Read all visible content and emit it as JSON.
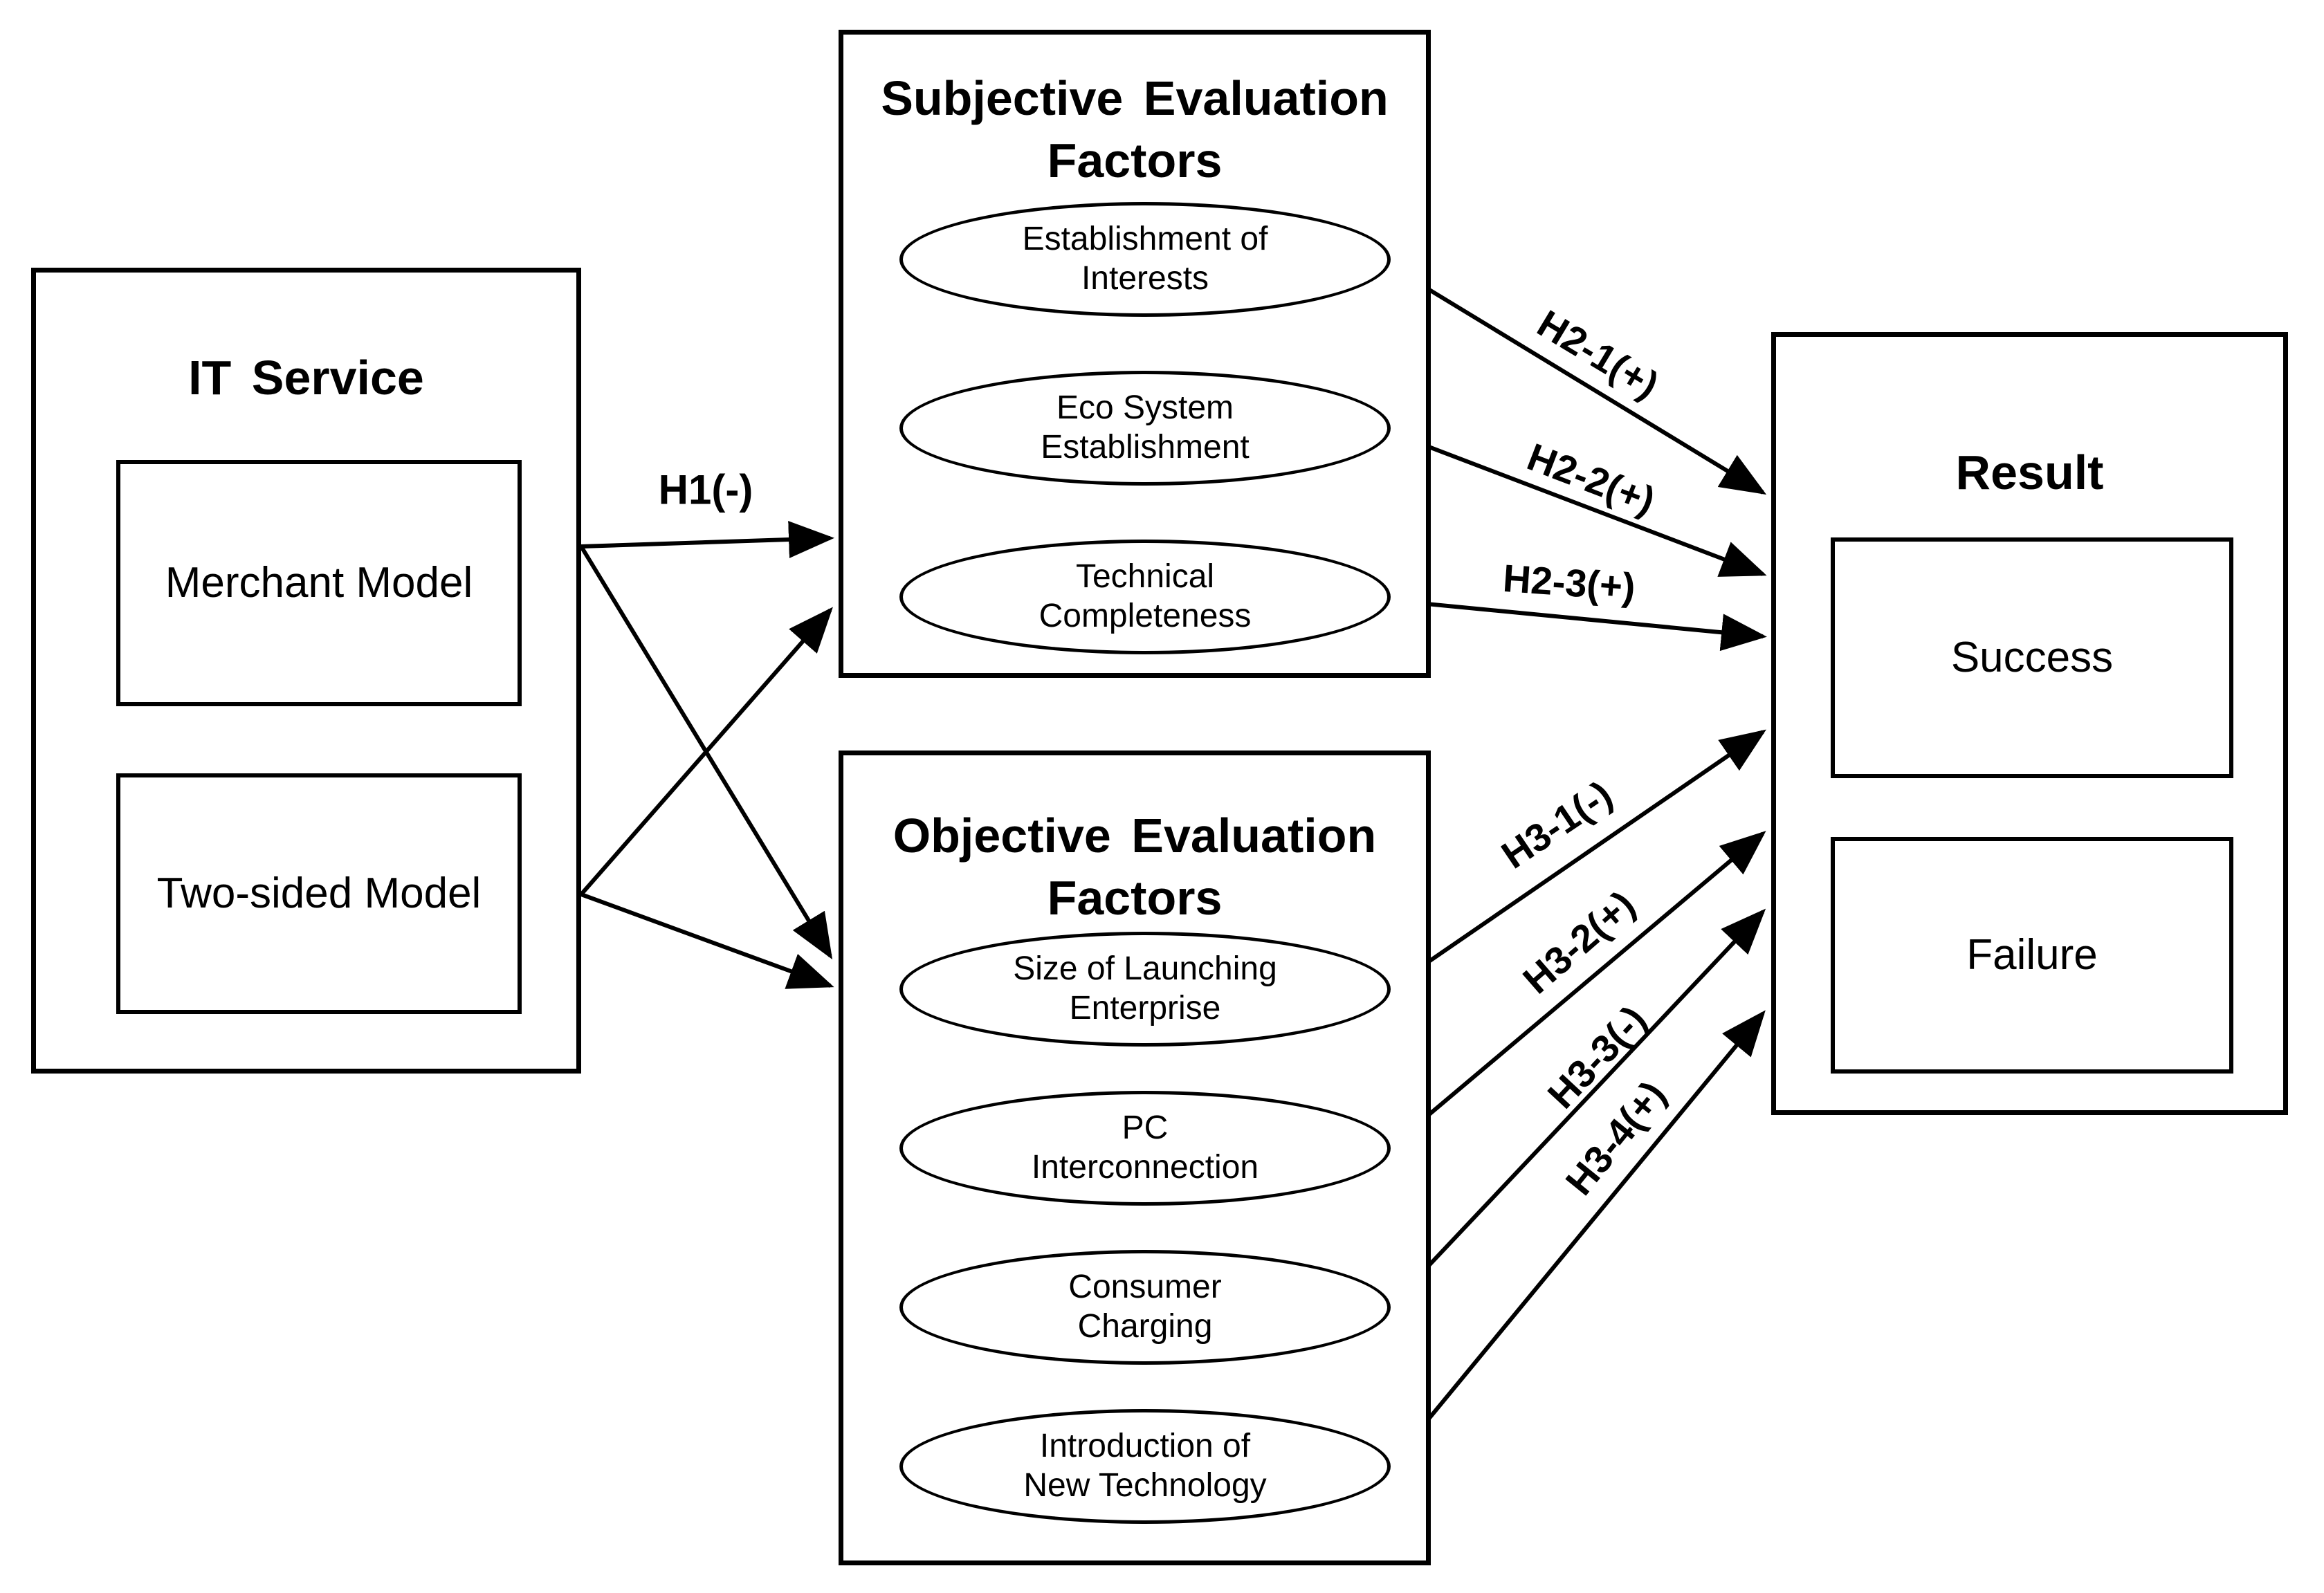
{
  "it_service": {
    "title": "IT Service",
    "models": [
      {
        "label": "Merchant Model"
      },
      {
        "label": "Two-sided Model"
      }
    ]
  },
  "subjective": {
    "title_line1": "Subjective Evaluation",
    "title_line2": "Factors",
    "factors": [
      {
        "line1": "Establishment of",
        "line2": "Interests"
      },
      {
        "line1": "Eco System",
        "line2": "Establishment"
      },
      {
        "line1": "Technical",
        "line2": "Completeness"
      }
    ]
  },
  "objective": {
    "title_line1": "Objective Evaluation",
    "title_line2": "Factors",
    "factors": [
      {
        "line1": "Size of Launching",
        "line2": "Enterprise"
      },
      {
        "line1": "PC",
        "line2": "Interconnection"
      },
      {
        "line1": "Consumer",
        "line2": "Charging"
      },
      {
        "line1": "Introduction of",
        "line2": "New Technology"
      }
    ]
  },
  "result": {
    "title": "Result",
    "outcomes": [
      {
        "label": "Success"
      },
      {
        "label": "Failure"
      }
    ]
  },
  "hypotheses": {
    "h1": {
      "label": "H1(-)"
    },
    "h2": [
      {
        "label": "H2-1(+)"
      },
      {
        "label": "H2-2(+)"
      },
      {
        "label": "H2-3(+)"
      }
    ],
    "h3": [
      {
        "label": "H3-1(-)"
      },
      {
        "label": "H3-2(+)"
      },
      {
        "label": "H3-3(-)"
      },
      {
        "label": "H3-4(+)"
      }
    ]
  },
  "colors": {
    "ink": "#000000",
    "background": "#ffffff"
  }
}
